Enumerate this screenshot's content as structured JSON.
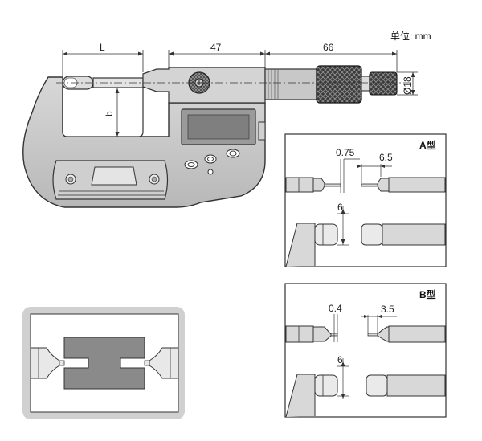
{
  "unit_label": "单位: mm",
  "main": {
    "dim_L": "L",
    "dim_47": "47",
    "dim_66": "66",
    "dim_b": "b",
    "dim_d18": "Ø18"
  },
  "type_a": {
    "title": "A型",
    "dim_left": "0.75",
    "dim_right": "6.5",
    "dim_height": "6"
  },
  "type_b": {
    "title": "B型",
    "dim_left": "0.4",
    "dim_right": "3.5",
    "dim_height": "6"
  }
}
